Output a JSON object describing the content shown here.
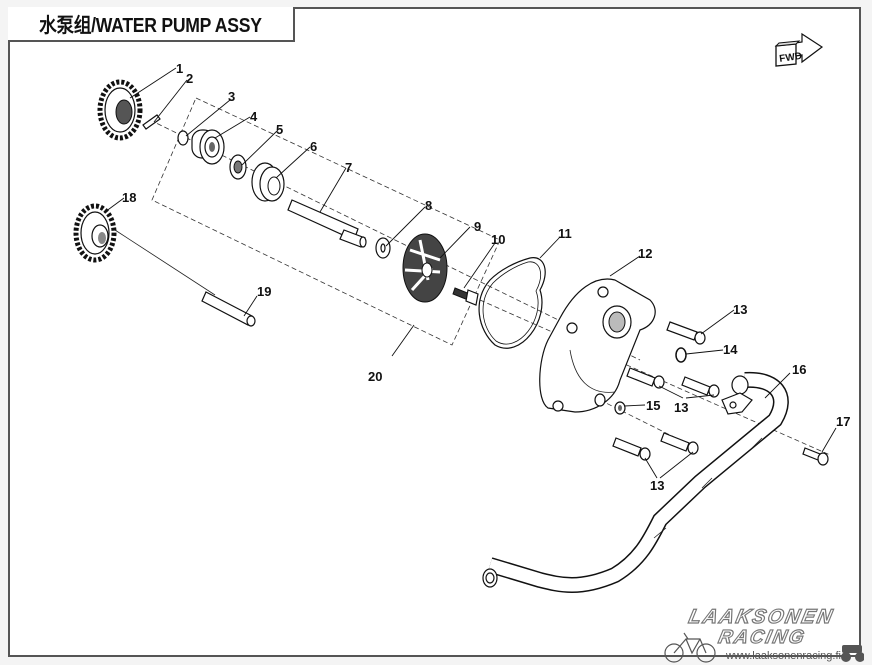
{
  "title": "水泵组/WATER PUMP ASSY",
  "direction_badge": {
    "label": "FWD",
    "icon": "forward-arrow-icon"
  },
  "callouts": [
    {
      "id": "1",
      "part": "gear"
    },
    {
      "id": "2",
      "part": "pin"
    },
    {
      "id": "3",
      "part": "washer"
    },
    {
      "id": "4",
      "part": "bearing"
    },
    {
      "id": "5",
      "part": "oil-seal"
    },
    {
      "id": "6",
      "part": "mechanical-seal"
    },
    {
      "id": "7",
      "part": "pump-shaft"
    },
    {
      "id": "8",
      "part": "washer"
    },
    {
      "id": "9",
      "part": "impeller"
    },
    {
      "id": "10",
      "part": "bolt"
    },
    {
      "id": "11",
      "part": "gasket"
    },
    {
      "id": "12",
      "part": "pump-cover"
    },
    {
      "id": "13",
      "part": "bolt"
    },
    {
      "id": "14",
      "part": "o-ring"
    },
    {
      "id": "15",
      "part": "washer"
    },
    {
      "id": "16",
      "part": "water-pipe"
    },
    {
      "id": "17",
      "part": "bolt"
    },
    {
      "id": "18",
      "part": "gear"
    },
    {
      "id": "19",
      "part": "pin"
    },
    {
      "id": "20",
      "part": "water-pump-kit"
    }
  ],
  "labels": {
    "l1": "1",
    "l2": "2",
    "l3": "3",
    "l4": "4",
    "l5": "5",
    "l6": "6",
    "l7": "7",
    "l8": "8",
    "l9": "9",
    "l10": "10",
    "l11": "11",
    "l12": "12",
    "l13a": "13",
    "l13b": "13",
    "l13c": "13",
    "l14": "14",
    "l15": "15",
    "l16": "16",
    "l17": "17",
    "l18": "18",
    "l19": "19",
    "l20": "20"
  },
  "watermark": {
    "line1": "LAAKSONEN",
    "line2": "RACING",
    "url": "www.laaksonenracing.fi"
  }
}
